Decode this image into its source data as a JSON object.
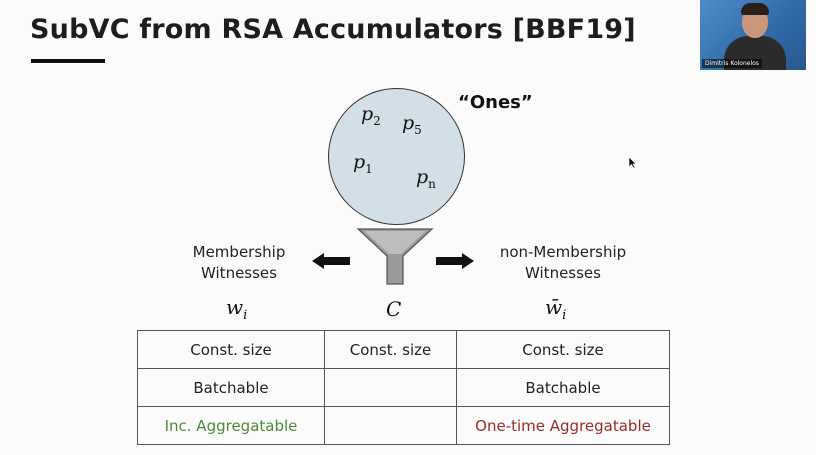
{
  "slide": {
    "title": "SubVC from RSA Accumulators [BBF19]",
    "ones_label": "“Ones”",
    "circle_vars": [
      {
        "base": "p",
        "sub": "2"
      },
      {
        "base": "p",
        "sub": "5"
      },
      {
        "base": "p",
        "sub": "1"
      },
      {
        "base": "p",
        "sub": "n"
      }
    ],
    "left_label_line1": "Membership",
    "left_label_line2": "Witnesses",
    "right_label_line1": "non-Membership",
    "right_label_line2": "Witnesses",
    "left_math": {
      "base": "w",
      "sub": "i"
    },
    "center_math": "C",
    "right_math": {
      "base": "w̄",
      "sub": "i"
    },
    "table": {
      "rows": [
        [
          "Const. size",
          "Const. size",
          "Const. size"
        ],
        [
          "Batchable",
          "",
          "Batchable"
        ],
        [
          "Inc. Aggregatable",
          "",
          "One-time Aggregatable"
        ]
      ]
    },
    "colors": {
      "green": "#4e8a3c",
      "red": "#9b2b2a",
      "circle_fill": "#d2dfe6",
      "funnel_fill": "#9a9a9a"
    }
  },
  "webcam": {
    "name": "Dimitris Kolonelos"
  }
}
